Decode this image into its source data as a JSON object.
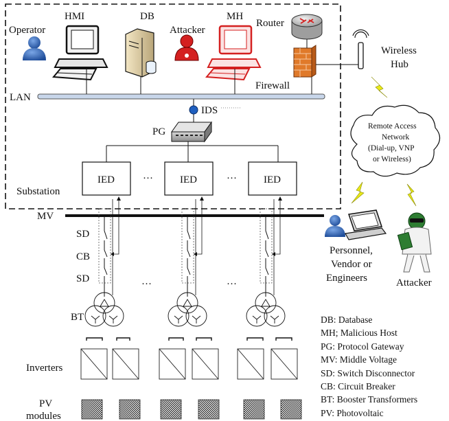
{
  "labels": {
    "hmi": "HMI",
    "db": "DB",
    "mh": "MH",
    "router": "Router",
    "operator": "Operator",
    "attacker_inside": "Attacker",
    "firewall": "Firewall",
    "wireless_hub": [
      "Wireless",
      "Hub"
    ],
    "lan": "LAN",
    "ids": "IDS",
    "pg": "PG",
    "ied": "IED",
    "ellipsis": "···",
    "substation": "Substation",
    "mv": "MV",
    "sd": "SD",
    "cb": "CB",
    "bt": "BT",
    "inverters": "Inverters",
    "pv_modules": [
      "PV",
      "modules"
    ],
    "remote_network": [
      "Remote Access",
      "Network",
      "(Dial-up, VNP",
      "or Wireless)"
    ],
    "personnel": [
      "Personnel,",
      "Vendor or",
      "Engineers"
    ],
    "attacker_outside": "Attacker"
  },
  "legend": [
    "DB: Database",
    "MH; Malicious Host",
    "PG: Protocol Gateway",
    "MV: Middle Voltage",
    "SD: Switch Disconnector",
    "CB: Circuit Breaker",
    "BT: Booster Transformers",
    "PV: Photovoltaic"
  ],
  "colors": {
    "lan_bus": "#c8d6ea",
    "attacker_red": "#d42020",
    "operator_blue": "#2a5aa8",
    "firewall_brick": "#e07a2a",
    "lightning": "#e8e81a",
    "ids_dot": "#1f5fbf"
  }
}
